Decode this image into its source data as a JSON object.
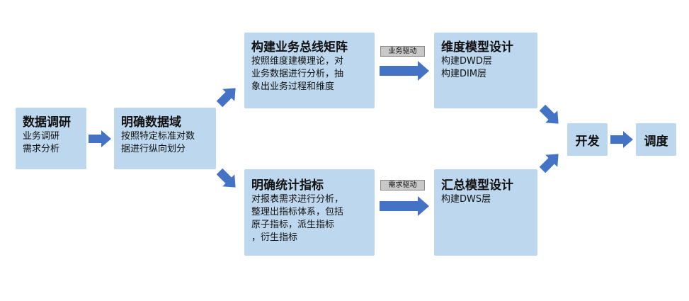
{
  "nodes": {
    "research": {
      "title": "数据调研",
      "lines": [
        "业务调研",
        "需求分析"
      ]
    },
    "domain": {
      "title": "明确数据域",
      "lines": [
        "按照特定标准对数",
        "据进行纵向划分"
      ]
    },
    "bus_matrix": {
      "title": "构建业务总线矩阵",
      "lines": [
        "按照维度建模理论，对",
        "业务数据进行分析，抽",
        "象出业务过程和维度"
      ]
    },
    "metrics": {
      "title": "明确统计指标",
      "lines": [
        "对报表需求进行分析，",
        "整理出指标体系，包括",
        "原子指标，派生指标",
        "，衍生指标"
      ]
    },
    "dim_design": {
      "title": "维度模型设计",
      "lines": [
        "构建DWD层",
        "构建DIM层"
      ]
    },
    "summary_design": {
      "title": "汇总模型设计",
      "lines": [
        "构建DWS层"
      ]
    },
    "develop": {
      "title": "开发"
    },
    "schedule": {
      "title": "调度"
    }
  },
  "tags": {
    "business_driven": "业务驱动",
    "demand_driven": "需求驱动"
  },
  "colors": {
    "box_fill": "#bdd7ee",
    "arrow_fill": "#4472c4",
    "tag_fill": "#c9c9c9"
  }
}
